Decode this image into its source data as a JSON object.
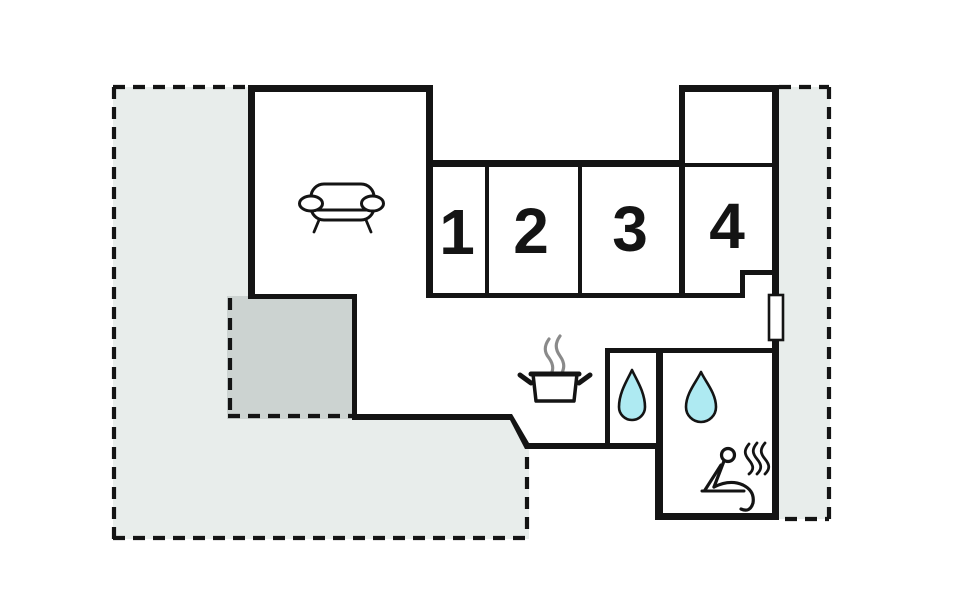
{
  "colors": {
    "background": "#ffffff",
    "wall": "#141414",
    "room_fill": "#ffffff",
    "plot_fill": "#e8edeb",
    "terrace_fill": "#ccd3d1",
    "water_drop_fill": "#aeeaf2",
    "steam": "#8a8a8a"
  },
  "rooms": [
    {
      "name": "living-room",
      "number": "",
      "icon": "sofa-icon"
    },
    {
      "name": "bedroom-1",
      "number": "1"
    },
    {
      "name": "bedroom-2",
      "number": "2"
    },
    {
      "name": "bedroom-3",
      "number": "3"
    },
    {
      "name": "bedroom-4",
      "number": "4"
    },
    {
      "name": "entrance-room",
      "number": ""
    },
    {
      "name": "kitchen-hall",
      "number": "",
      "icon": "cooking-pot-icon"
    },
    {
      "name": "bathroom-1",
      "number": "",
      "icon": "water-drop-icon"
    },
    {
      "name": "bathroom-2-sauna",
      "number": "",
      "icons": [
        "water-drop-icon",
        "sauna-person-icon",
        "heat-waves-icon"
      ]
    }
  ],
  "outdoor": {
    "plot": {
      "name": "plot-boundary",
      "border": "dashed"
    },
    "terrace": {
      "name": "terrace-area",
      "border": "dashed"
    }
  },
  "markers": [
    {
      "name": "window-marker"
    }
  ]
}
